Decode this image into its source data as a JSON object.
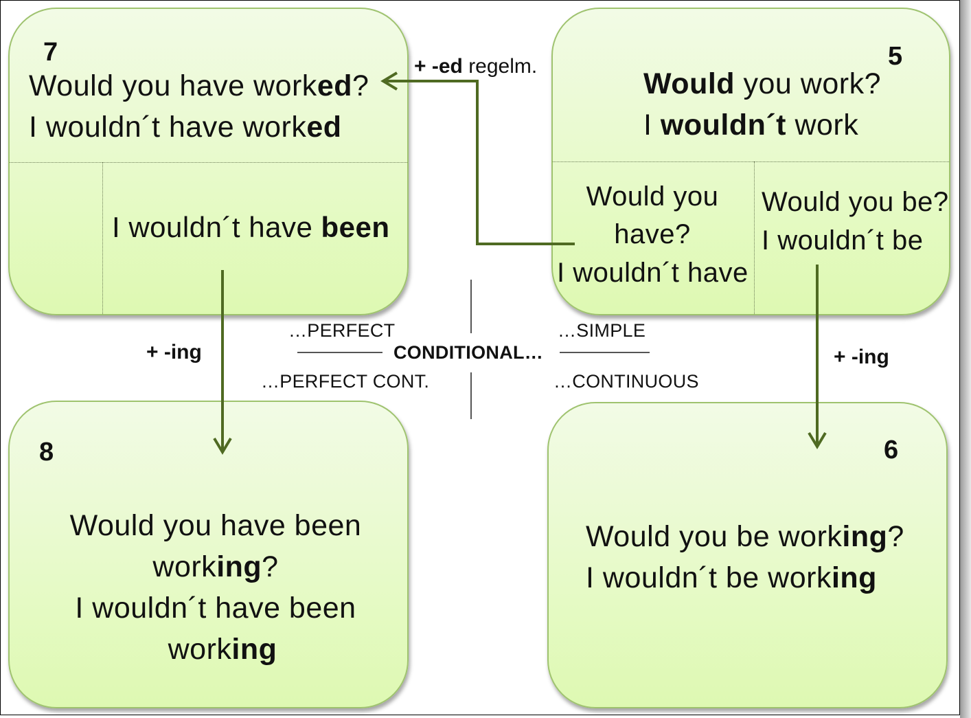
{
  "box7": {
    "number": "7",
    "q_pre": "Would you have work",
    "q_bold": "ed",
    "q_post": "?",
    "n_pre": "I wouldn´t have work",
    "n_bold": "ed",
    "lower_pre": "I wouldn´t have ",
    "lower_bold": "been"
  },
  "box5": {
    "number": "5",
    "q_bold": "Would",
    "q_post": " you work?",
    "n_pre": "I ",
    "n_bold": "wouldn´t",
    "n_post": " work",
    "left_l1": "Would you",
    "left_l2": "have?",
    "left_l3": "I wouldn´t have",
    "right_l1": "Would you be?",
    "right_l2": "I wouldn´t be"
  },
  "box8": {
    "number": "8",
    "l1": "Would you have been",
    "l2_pre": "work",
    "l2_bold": "ing",
    "l2_post": "?",
    "l3": "I wouldn´t have been",
    "l4_pre": "work",
    "l4_bold": "ing"
  },
  "box6": {
    "number": "6",
    "q_pre": "Would you be work",
    "q_bold": "ing",
    "q_post": "?",
    "n_pre": "I wouldn´t be work",
    "n_bold": "ing"
  },
  "arrows": {
    "ed_bold": "+ -ed",
    "ed_rest": " regelm.",
    "ing_left": "+ -ing",
    "ing_right": "+ -ing"
  },
  "center": {
    "title": "CONDITIONAL…",
    "top_left": "…PERFECT",
    "top_right": "…SIMPLE",
    "bottom_left": "…PERFECT CONT.",
    "bottom_right": "…CONTINUOUS"
  },
  "colors": {
    "box_border": "#9fc36f",
    "box_fill_top": "#f2fbe6",
    "box_fill_bottom": "#def9b2",
    "arrow": "#4f6a22"
  }
}
